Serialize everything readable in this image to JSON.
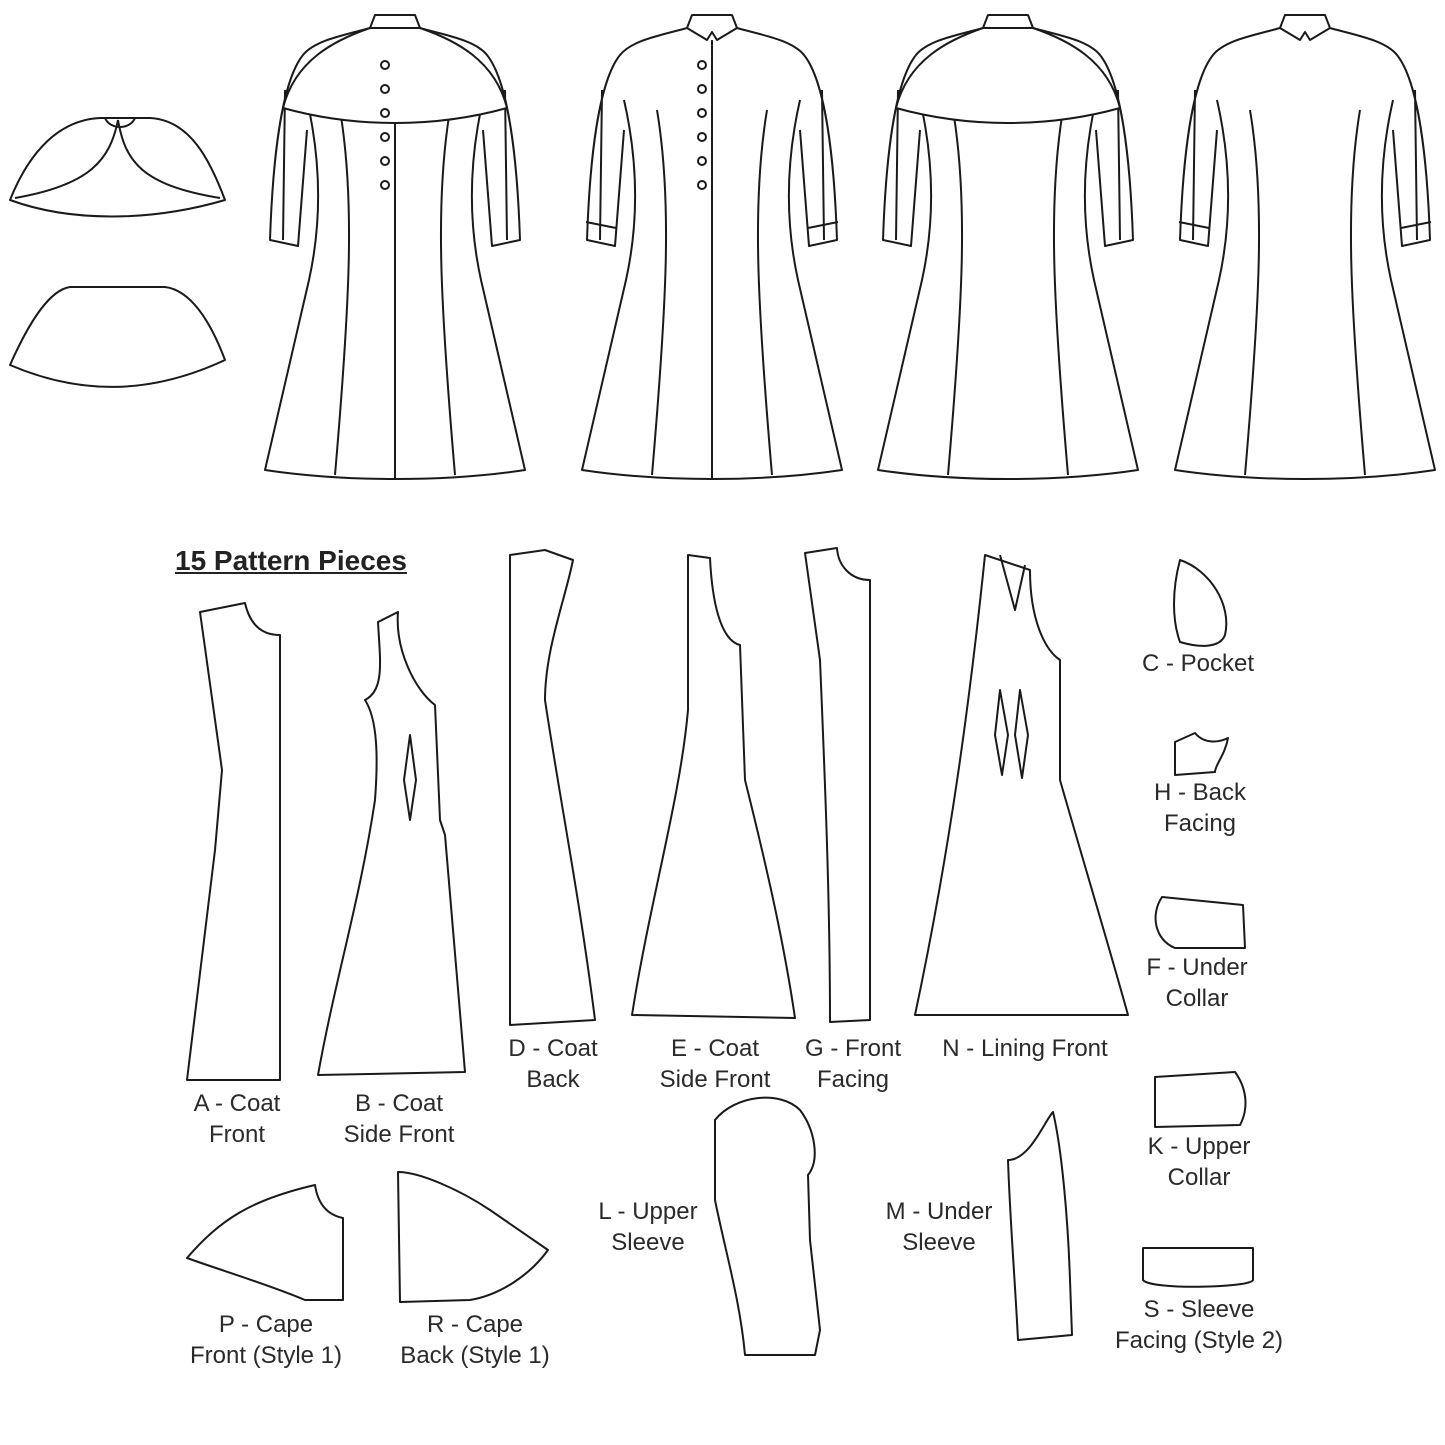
{
  "title": "15 Pattern Pieces",
  "pieces": {
    "A": {
      "line1": "A - Coat",
      "line2": "Front"
    },
    "B": {
      "line1": "B - Coat",
      "line2": "Side Front"
    },
    "C": {
      "line1": "C - Pocket"
    },
    "D": {
      "line1": "D - Coat",
      "line2": "Back"
    },
    "E": {
      "line1": "E - Coat",
      "line2": "Side Front"
    },
    "F": {
      "line1": "F - Under",
      "line2": "Collar"
    },
    "G": {
      "line1": "G - Front",
      "line2": "Facing"
    },
    "H": {
      "line1": "H - Back",
      "line2": "Facing"
    },
    "K": {
      "line1": "K - Upper",
      "line2": "Collar"
    },
    "L": {
      "line1": "L - Upper",
      "line2": "Sleeve"
    },
    "M": {
      "line1": "M - Under",
      "line2": "Sleeve"
    },
    "N": {
      "line1": "N - Lining Front"
    },
    "P": {
      "line1": "P - Cape",
      "line2": "Front (Style 1)"
    },
    "R": {
      "line1": "R - Cape",
      "line2": "Back (Style 1)"
    },
    "S": {
      "line1": "S - Sleeve",
      "line2": "Facing (Style 2)"
    }
  }
}
